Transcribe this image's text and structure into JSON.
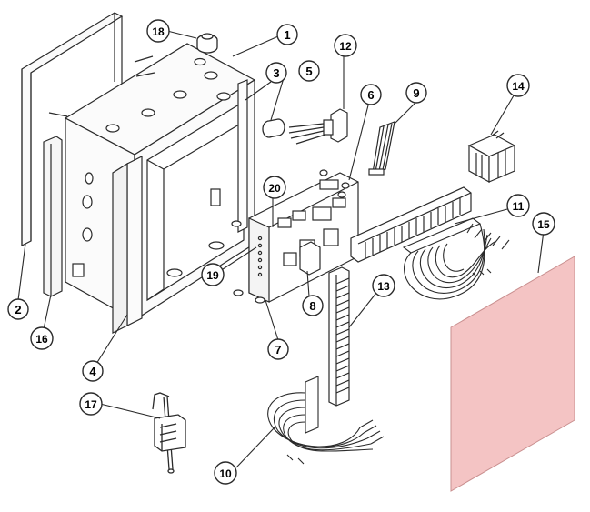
{
  "diagram": {
    "colors": {
      "line": "#2a2a2a",
      "panel_fill": "#f4c4c4",
      "panel_stroke": "#c98f8f",
      "background": "#ffffff"
    },
    "callouts": [
      {
        "id": "c1",
        "label": "1"
      },
      {
        "id": "c2",
        "label": "2"
      },
      {
        "id": "c3",
        "label": "3"
      },
      {
        "id": "c4",
        "label": "4"
      },
      {
        "id": "c5",
        "label": "5"
      },
      {
        "id": "c6",
        "label": "6"
      },
      {
        "id": "c7",
        "label": "7"
      },
      {
        "id": "c8",
        "label": "8"
      },
      {
        "id": "c9",
        "label": "9"
      },
      {
        "id": "c10",
        "label": "10"
      },
      {
        "id": "c11",
        "label": "11"
      },
      {
        "id": "c12",
        "label": "12"
      },
      {
        "id": "c13",
        "label": "13"
      },
      {
        "id": "c14",
        "label": "14"
      },
      {
        "id": "c15",
        "label": "15"
      },
      {
        "id": "c16",
        "label": "16"
      },
      {
        "id": "c17",
        "label": "17"
      },
      {
        "id": "c18",
        "label": "18"
      },
      {
        "id": "c19",
        "label": "19"
      },
      {
        "id": "c20",
        "label": "20"
      }
    ]
  }
}
